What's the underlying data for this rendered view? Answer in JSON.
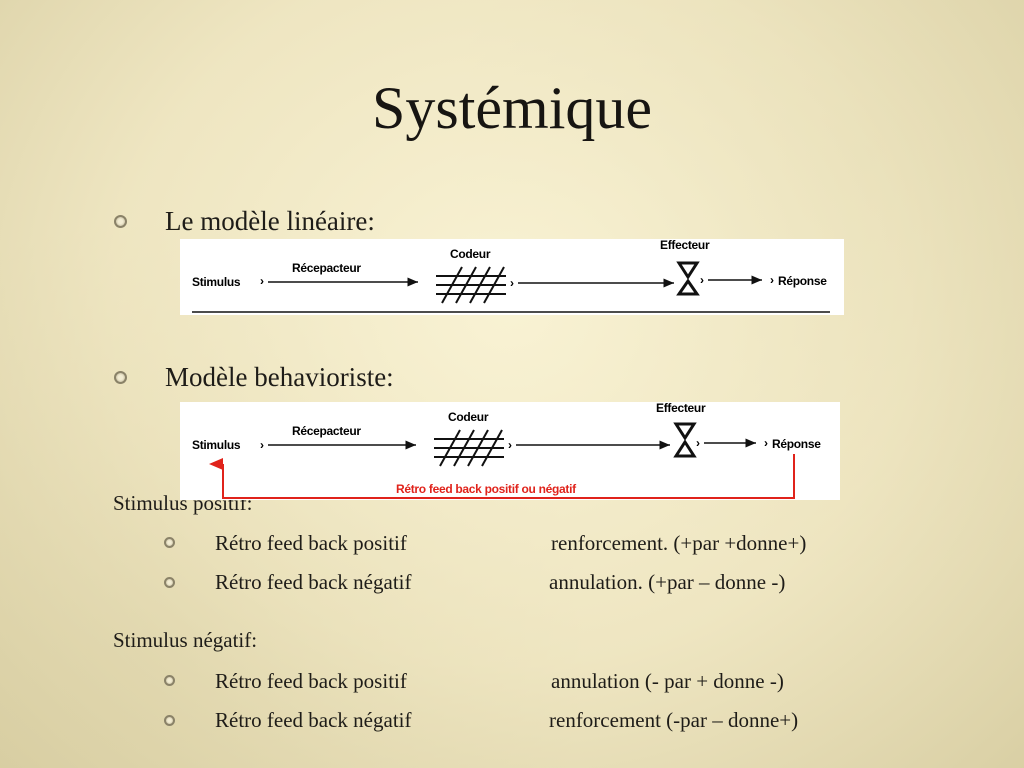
{
  "slide": {
    "title": "Systémique",
    "bullets": [
      {
        "text": "Le modèle linéaire:"
      },
      {
        "text": "Modèle behavioriste:"
      }
    ],
    "sections": [
      {
        "heading": "Stimulus positif:",
        "rows": [
          {
            "label": "Rétro feed back positif",
            "result": "renforcement. (+par +donne+)"
          },
          {
            "label": "Rétro feed back négatif",
            "result": "annulation. (+par – donne -)"
          }
        ]
      },
      {
        "heading": "Stimulus négatif:",
        "rows": [
          {
            "label": "Rétro feed back positif",
            "result": "annulation (- par + donne -)"
          },
          {
            "label": "Rétro feed back négatif",
            "result": "renforcement (-par – donne+)"
          }
        ]
      }
    ]
  },
  "diagrams": {
    "linear": {
      "stimulus": "Stimulus",
      "receptor": "Récepacteur",
      "coder": "Codeur",
      "effector": "Effecteur",
      "response": "Réponse"
    },
    "behaviorist": {
      "stimulus": "Stimulus",
      "receptor": "Récepacteur",
      "coder": "Codeur",
      "effector": "Effecteur",
      "response": "Réponse",
      "feedback": "Rétro feed back positif ou négatif"
    }
  },
  "colors": {
    "feedback": "#e0231b",
    "bullet_ring": "#8a8268",
    "text": "#1e1c18"
  },
  "icons": {
    "bullet": "ring-bullet-icon",
    "effector": "hourglass-icon",
    "coder": "hatch-icon"
  }
}
